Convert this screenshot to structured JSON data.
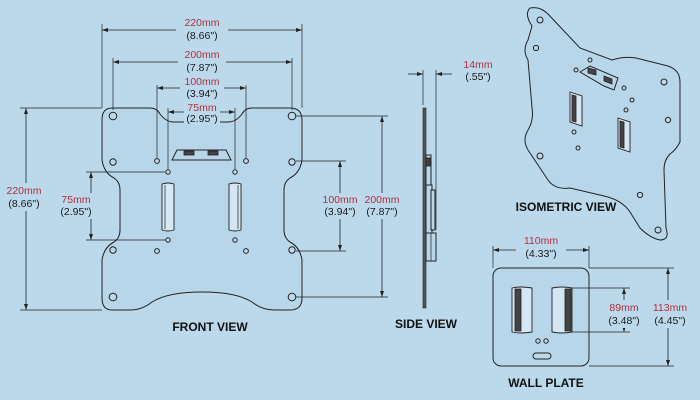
{
  "views": {
    "front": "FRONT VIEW",
    "side": "SIDE VIEW",
    "isometric": "ISOMETRIC VIEW",
    "wall": "WALL PLATE"
  },
  "front_dims": {
    "w220_mm": "220mm",
    "w220_in": "(8.66\")",
    "w200_mm": "200mm",
    "w200_in": "(7.87\")",
    "w100_mm": "100mm",
    "w100_in": "(3.94\")",
    "w75_mm": "75mm",
    "w75_in": "(2.95\")",
    "h220_mm": "220mm",
    "h220_in": "(8.66\")",
    "h75_mm": "75mm",
    "h75_in": "(2.95\")",
    "h100_mm": "100mm",
    "h100_in": "(3.94\")",
    "h200_mm": "200mm",
    "h200_in": "(7.87\")"
  },
  "side_dims": {
    "t_mm": "14mm",
    "t_in": "(.55\")"
  },
  "wall_dims": {
    "w_mm": "110mm",
    "w_in": "(4.33\")",
    "h89_mm": "89mm",
    "h89_in": "(3.48\")",
    "h113_mm": "113mm",
    "h113_in": "(4.45\")"
  }
}
